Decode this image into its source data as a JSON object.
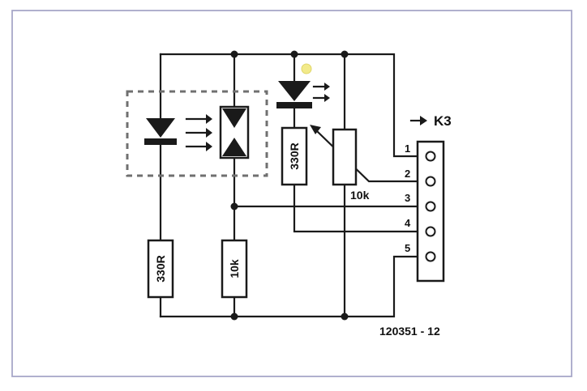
{
  "connector": {
    "name": "K3",
    "pins": [
      "1",
      "2",
      "3",
      "4",
      "5"
    ]
  },
  "components": {
    "r_opto_led": "330R",
    "r_opto_pull": "10k",
    "r_indicator_led": "330R",
    "potentiometer": "10k"
  },
  "figure_number": "120351 - 12",
  "colors": {
    "border": "#a8a8c8",
    "wire": "#1a1a1a",
    "optocoupler_outline": "#707070",
    "led_glow": "#f2ea8a"
  }
}
